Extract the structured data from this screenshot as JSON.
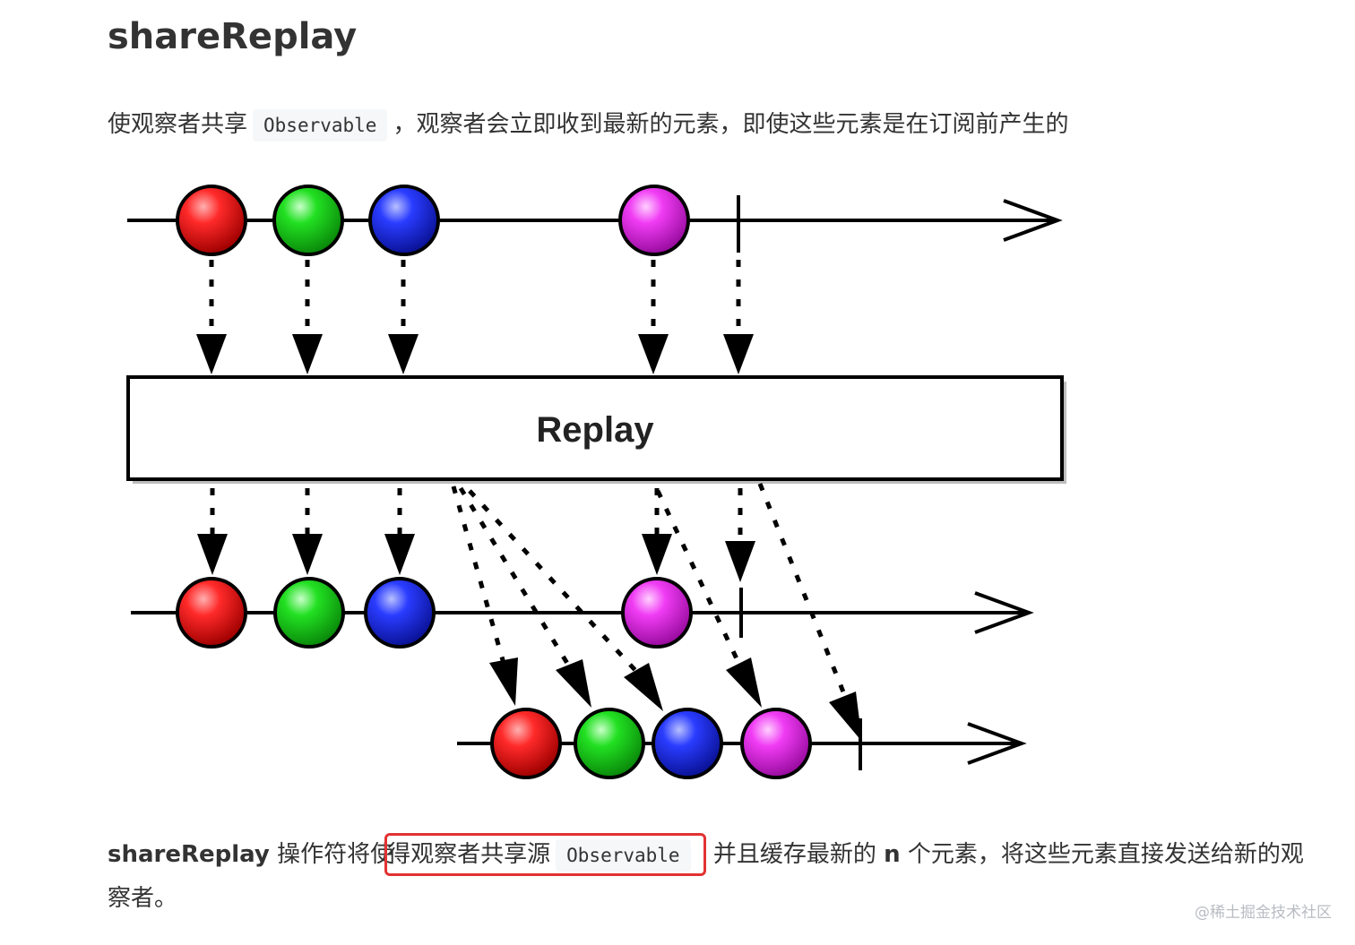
{
  "title": "shareReplay",
  "intro": {
    "before": "使观察者共享",
    "code": "Observable",
    "after": "，观察者会立即收到最新的元素，即使这些元素是在订阅前产生的"
  },
  "diagram": {
    "operator_label": "Replay",
    "colors": {
      "red": "#e8141a",
      "green": "#14c814",
      "blue": "#1c2ce8",
      "magenta": "#dc1ee0"
    },
    "source_marbles": [
      "red",
      "green",
      "blue",
      "magenta"
    ],
    "subscriber1_marbles": [
      "red",
      "green",
      "blue",
      "magenta"
    ],
    "subscriber2_marbles": [
      "red",
      "green",
      "blue",
      "magenta"
    ],
    "has_completion": true
  },
  "description": {
    "bold_term": "shareReplay",
    "text1": " 操作符将使",
    "highlighted_text": "得观察者共享源",
    "code": "Observable",
    "text2": " 并且缓存最新的 ",
    "bold_n": "n",
    "text3": " 个元素，将这些元素直接发送给新的观察者。"
  },
  "watermark": "@稀土掘金技术社区"
}
